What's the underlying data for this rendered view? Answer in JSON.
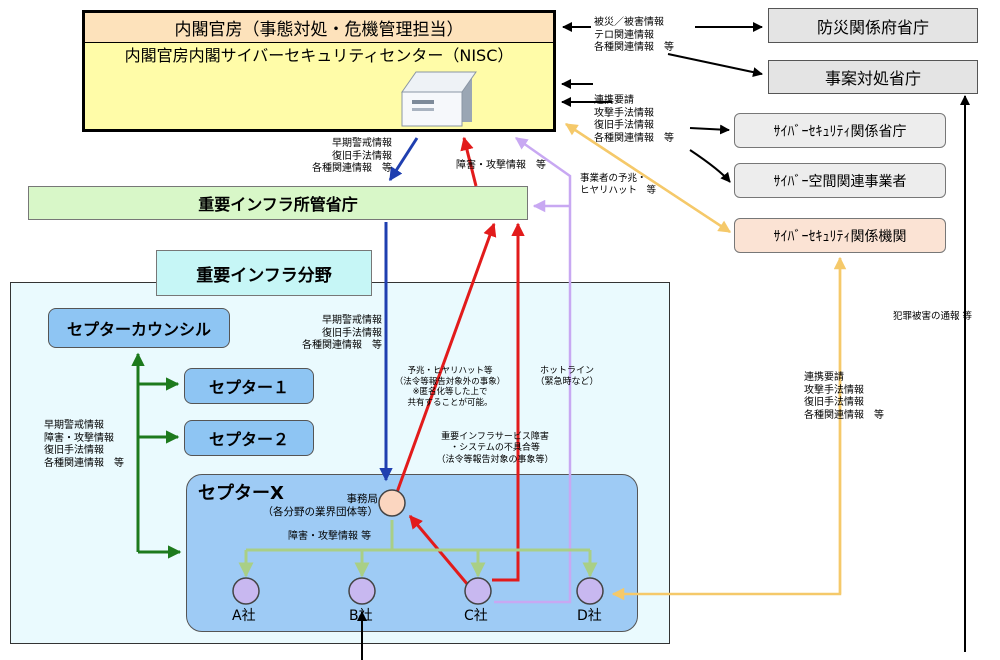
{
  "nisc": {
    "header": "内閣官房（事態対処・危機管理担当）",
    "title": "内閣官房内閣サイバーセキュリティセンター（NISC）"
  },
  "orgs": {
    "bousai": "防災関係府省庁",
    "jian": "事案対処省庁",
    "cyber_ministries": "ｻｲﾊﾞｰｾｷｭﾘﾃｨ関係省庁",
    "cyber_operators": "ｻｲﾊﾞｰ空間関連事業者",
    "cyber_orgs": "ｻｲﾊﾞｰｾｷｭﾘﾃｨ関係機関",
    "ministries": "重要インフラ所管省庁"
  },
  "sector": {
    "label": "重要インフラ分野",
    "council": "セプターカウンシル",
    "ceptoar1": "セプター１",
    "ceptoar2": "セプター２",
    "ceptoarX": "セプターX",
    "secretariat_label": "事務局\n（各分野の業界団体等）",
    "companies": [
      "A社",
      "B社",
      "C社",
      "D社"
    ]
  },
  "labels": {
    "l1": "被災／被害情報\nテロ関連情報\n各種関連情報　等",
    "l2": "連携要請\n攻撃手法情報\n復旧手法情報\n各種関連情報　等",
    "l3": "事業者の予兆・\nヒヤリハット　等",
    "l4": "早期警戒情報\n復旧手法情報\n各種関連情報　等",
    "l5": "障害・攻撃情報　等",
    "l6": "早期警戒情報\n復旧手法情報\n各種関連情報　等",
    "l7": "予兆・ヒヤリハット等\n（法令等報告対象外の事象）\n※匿名化等した上で\n共有することが可能。",
    "l8": "ホットライン\n（緊急時など）",
    "l9": "重要インフラサービス障害\n・システムの不具合等\n（法令等報告対象の事象等）",
    "l10": "早期警戒情報\n障害・攻撃情報\n復旧手法情報\n各種関連情報　等",
    "l11": "障害・攻撃情報 等",
    "l12": "連携要請\n攻撃手法情報\n復旧手法情報\n各種関連情報　等",
    "l13": "犯罪被害の通報 等"
  }
}
